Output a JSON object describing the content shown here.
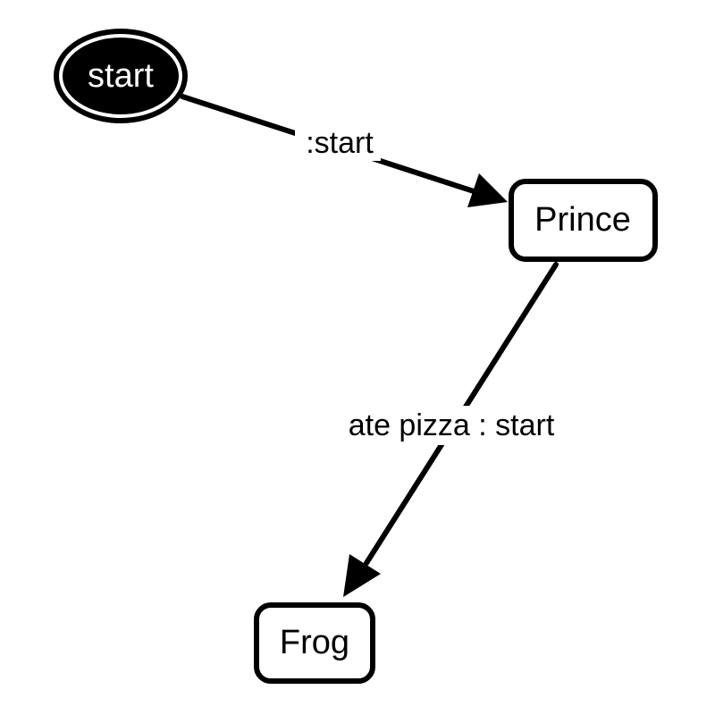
{
  "diagram": {
    "nodes": [
      {
        "id": "start",
        "label": "start",
        "shape": "ellipse",
        "fill": "#000000",
        "text_color": "#ffffff"
      },
      {
        "id": "prince",
        "label": "Prince",
        "shape": "rounded-rect",
        "fill": "#ffffff",
        "text_color": "#000000"
      },
      {
        "id": "frog",
        "label": "Frog",
        "shape": "rounded-rect",
        "fill": "#ffffff",
        "text_color": "#000000"
      }
    ],
    "edges": [
      {
        "from": "start",
        "to": "prince",
        "label": ":start"
      },
      {
        "from": "prince",
        "to": "frog",
        "label": "ate pizza : start"
      }
    ]
  }
}
